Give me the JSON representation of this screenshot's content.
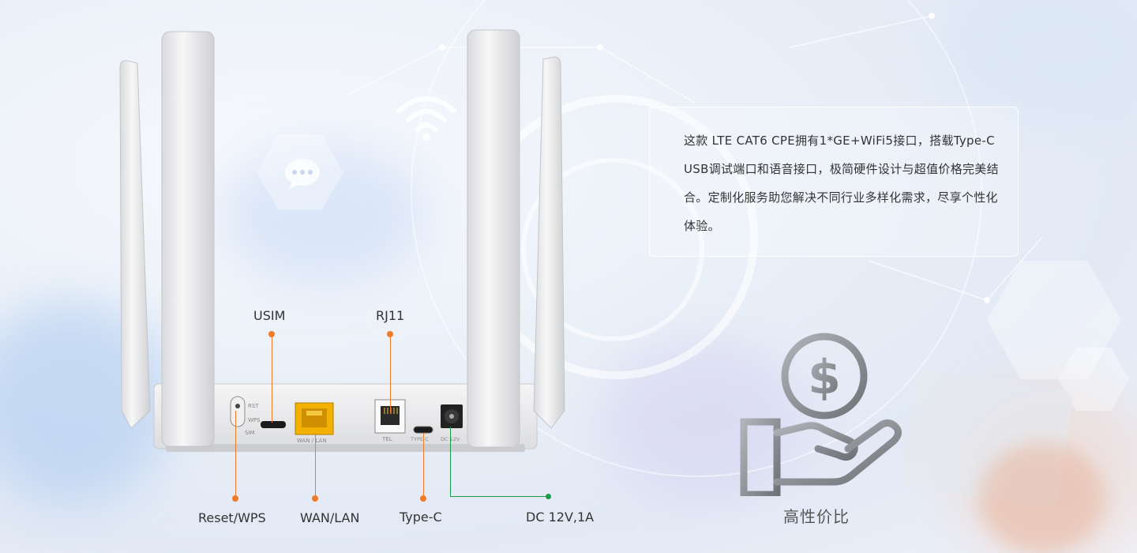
{
  "description": "这款 LTE CAT6 CPE拥有1*GE+WiFi5接口，搭载Type-C USB调试端口和语音接口，极简硬件设计与超值价格完美结合。定制化服务助您解决不同行业多样化需求，尽享个性化体验。",
  "ports": {
    "usim": "USIM",
    "rj11": "RJ11",
    "reset_wps": "Reset/WPS",
    "wan_lan": "WAN/LAN",
    "type_c": "Type-C",
    "dc": "DC 12V,1A"
  },
  "feature": {
    "label": "高性价比",
    "icon": "money-hand-icon"
  },
  "colors": {
    "orange": "#f07b2a",
    "green": "#1a9a4a",
    "port_yellow": "#f4b200"
  }
}
